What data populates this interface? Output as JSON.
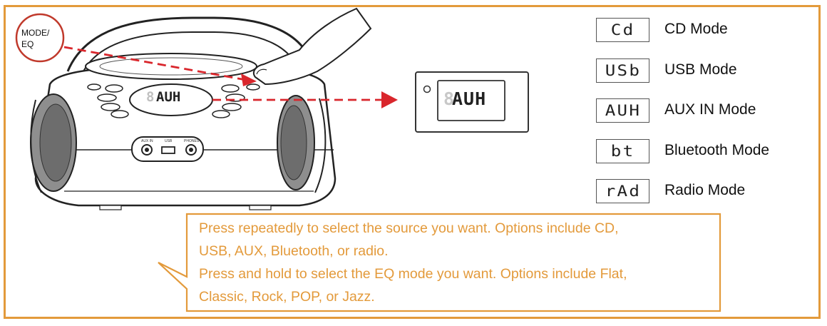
{
  "button_label": {
    "line1": "MODE/",
    "line2": "EQ"
  },
  "display": {
    "ghost_digit": "8",
    "text": "AUH"
  },
  "jacks": {
    "aux": "AUX IN",
    "usb": "USB",
    "phones": "PHONES"
  },
  "modes": [
    {
      "code": "Cd",
      "label": "CD Mode"
    },
    {
      "code": "USb",
      "label": "USB Mode"
    },
    {
      "code": "AUH",
      "label": "AUX IN Mode"
    },
    {
      "code": "bt",
      "label": "Bluetooth Mode"
    },
    {
      "code": "rAd",
      "label": "Radio Mode"
    }
  ],
  "callout": {
    "lines": [
      "Press repeatedly to select the source you want. Options include CD,",
      "USB, AUX, Bluetooth, or radio.",
      "Press and hold to select the EQ mode you want. Options include Flat,",
      "Classic, Rock, POP, or Jazz."
    ]
  },
  "colors": {
    "frame": "#e39a3b",
    "callout_text": "#e39a3b",
    "circle": "#c0392b",
    "arrow": "#d9262c"
  }
}
